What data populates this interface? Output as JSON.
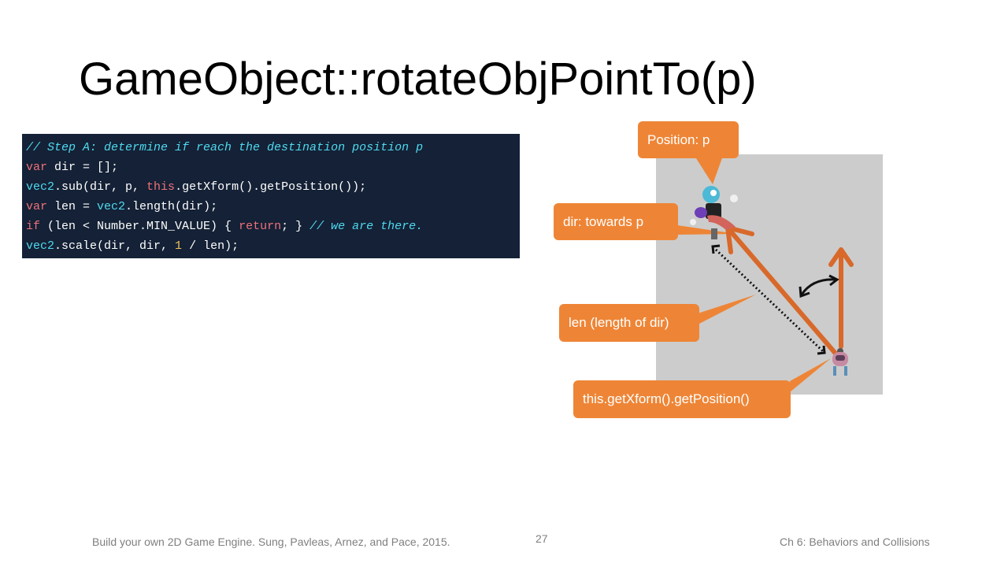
{
  "slide": {
    "title": "GameObject::rotateObjPointTo(p)",
    "page_number": "27"
  },
  "code": {
    "lines": [
      [
        {
          "t": "// Step A: determine if reach the destination position p",
          "c": "comment"
        }
      ],
      [
        {
          "t": "var",
          "c": "kw"
        },
        {
          "t": " dir = [];",
          "c": "plain"
        }
      ],
      [
        {
          "t": "vec2",
          "c": "fn"
        },
        {
          "t": ".sub(dir, p, ",
          "c": "plain"
        },
        {
          "t": "this",
          "c": "kw"
        },
        {
          "t": ".getXform().getPosition());",
          "c": "plain"
        }
      ],
      [
        {
          "t": "var",
          "c": "kw"
        },
        {
          "t": " len = ",
          "c": "plain"
        },
        {
          "t": "vec2",
          "c": "fn"
        },
        {
          "t": ".length(dir);",
          "c": "plain"
        }
      ],
      [
        {
          "t": "if",
          "c": "kw"
        },
        {
          "t": " (len < Number.MIN_VALUE) { ",
          "c": "plain"
        },
        {
          "t": "return",
          "c": "kw"
        },
        {
          "t": "; } ",
          "c": "plain"
        },
        {
          "t": "// we are there.",
          "c": "comment"
        }
      ],
      [
        {
          "t": "vec2",
          "c": "fn"
        },
        {
          "t": ".scale(dir, dir, ",
          "c": "plain"
        },
        {
          "t": "1",
          "c": "num"
        },
        {
          "t": " / len);",
          "c": "plain"
        }
      ]
    ]
  },
  "callouts": {
    "position": "Position: p",
    "dir": "dir: towards p",
    "len": "len (length of dir)",
    "this_pos": "this.getXform().getPosition()"
  },
  "footer": {
    "left": "Build your own 2D Game Engine. Sung, Pavleas, Arnez, and Pace, 2015.",
    "right": "Ch 6: Behaviors and Collisions"
  },
  "colors": {
    "accent_orange": "#ee8536",
    "arrow_orange": "#d8692a",
    "canvas_gray": "#cccccc",
    "code_bg": "#142136"
  },
  "icons": [
    "hero-sprite-icon",
    "minion-sprite-icon",
    "double-arrow-icon",
    "rotation-arc-icon"
  ]
}
